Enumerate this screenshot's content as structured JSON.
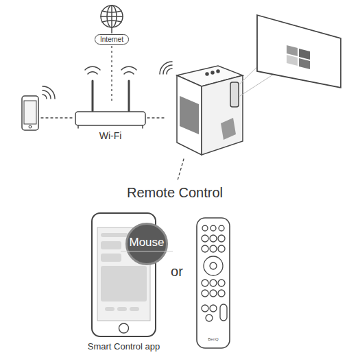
{
  "diagram": {
    "nodes": [
      {
        "text": [
          "Internet"
        ]
      },
      {
        "text": [
          "Wi-Fi"
        ]
      },
      {
        "text": [
          "Smart Control app"
        ]
      },
      {
        "text": [
          "Mouse"
        ],
        "in": 2
      }
    ],
    "edges": [
      {
        "from": 0,
        "to": 1,
        "arrow": "none"
      }
    ],
    "labels": [
      "Remote Control",
      "or",
      "BenQ"
    ]
  }
}
